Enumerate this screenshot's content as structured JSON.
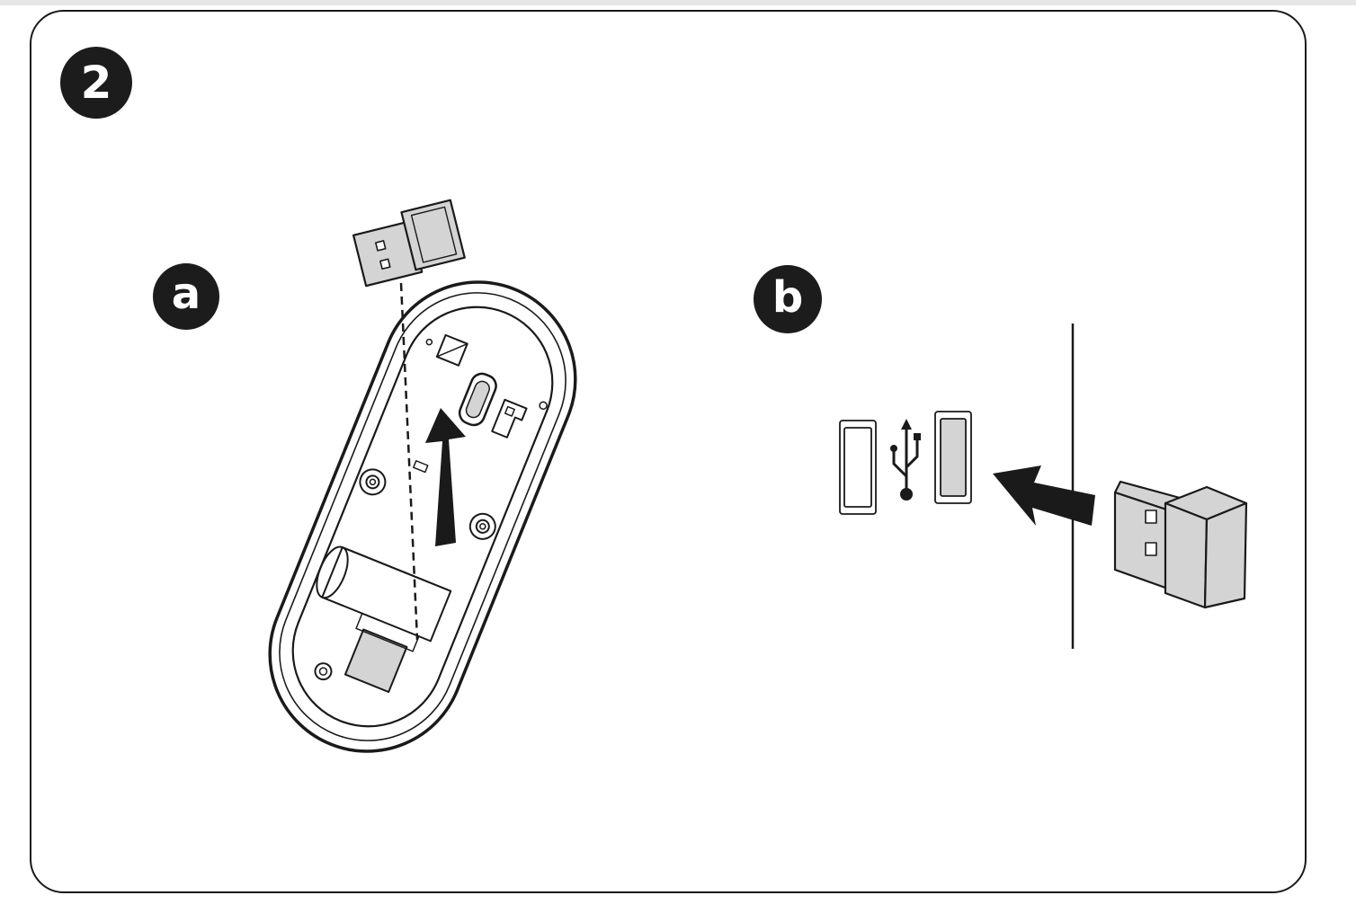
{
  "step": {
    "number": "2"
  },
  "panels": [
    {
      "label": "a"
    },
    {
      "label": "b"
    }
  ],
  "colors": {
    "stroke": "#1a1a1a",
    "badge_fill": "#1c1c1c",
    "receiver_fill": "#d4d4d4",
    "arrow_fill": "#1a1a1a"
  },
  "icons": [
    "usb-receiver-icon",
    "mouse-underside",
    "usb-symbol-icon",
    "usb-port-icon",
    "arrow-up-icon",
    "arrow-left-icon"
  ]
}
